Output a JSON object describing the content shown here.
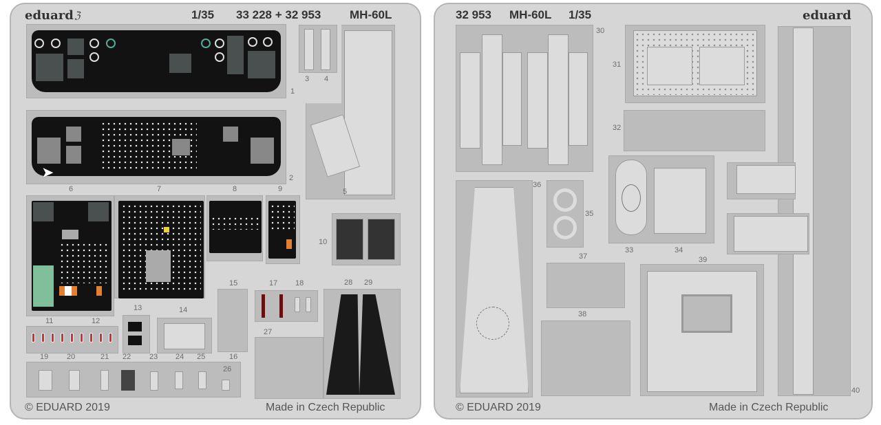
{
  "left_fret": {
    "logo": "eduard",
    "scale": "1/35",
    "set_numbers": "33 228 + 32 953",
    "model": "MH-60L",
    "copyright": "© EDUARD 2019",
    "origin": "Made in Czech Republic",
    "part_numbers": [
      "1",
      "2",
      "3",
      "4",
      "5",
      "6",
      "7",
      "8",
      "9",
      "10",
      "11",
      "12",
      "13",
      "14",
      "15",
      "16",
      "17",
      "18",
      "19",
      "20",
      "21",
      "22",
      "23",
      "24",
      "25",
      "26",
      "27",
      "28",
      "29"
    ]
  },
  "right_fret": {
    "set_number": "32 953",
    "model": "MH-60L",
    "scale": "1/35",
    "logo": "eduard",
    "copyright": "© EDUARD 2019",
    "origin": "Made in Czech Republic",
    "part_numbers": [
      "30",
      "31",
      "32",
      "33",
      "34",
      "35",
      "36",
      "37",
      "38",
      "39",
      "40"
    ]
  },
  "colors": {
    "fret": "#d6d6d6",
    "part": "#bcbcbc",
    "panel": "#121212",
    "accent_green": "#7fbf9a",
    "accent_red": "#c33333",
    "accent_orange": "#e08030"
  }
}
